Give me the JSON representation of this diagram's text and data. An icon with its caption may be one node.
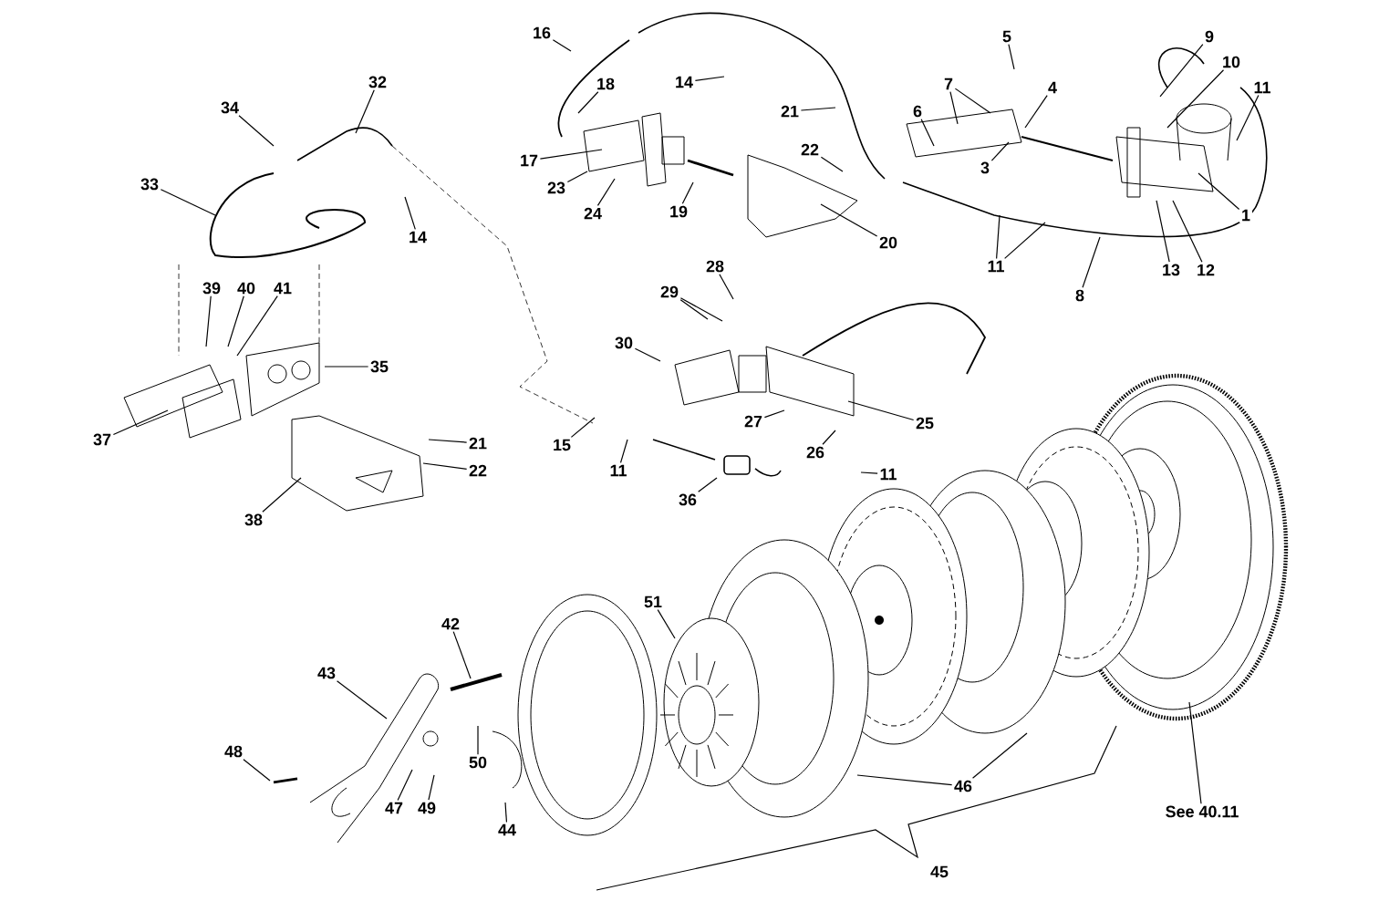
{
  "diagram": {
    "nodes": [
      {
        "text": [
          "16"
        ]
      },
      {
        "text": [
          "5"
        ]
      },
      {
        "text": [
          "9"
        ]
      },
      {
        "text": [
          "10"
        ]
      },
      {
        "text": [
          "32"
        ]
      },
      {
        "text": [
          "14"
        ]
      },
      {
        "text": [
          "18"
        ]
      },
      {
        "text": [
          "7"
        ]
      },
      {
        "text": [
          "4"
        ]
      },
      {
        "text": [
          "11"
        ]
      },
      {
        "text": [
          "34"
        ]
      },
      {
        "text": [
          "6"
        ]
      },
      {
        "text": [
          "21"
        ]
      },
      {
        "text": [
          "22"
        ]
      },
      {
        "text": [
          "17"
        ]
      },
      {
        "text": [
          "3"
        ]
      },
      {
        "text": [
          "33"
        ]
      },
      {
        "text": [
          "23"
        ]
      },
      {
        "text": [
          "24"
        ]
      },
      {
        "text": [
          "19"
        ]
      },
      {
        "text": [
          "1"
        ]
      },
      {
        "text": [
          "14"
        ]
      },
      {
        "text": [
          "20"
        ]
      },
      {
        "text": [
          "11"
        ]
      },
      {
        "text": [
          "28"
        ]
      },
      {
        "text": [
          "13"
        ]
      },
      {
        "text": [
          "12"
        ]
      },
      {
        "text": [
          "39"
        ]
      },
      {
        "text": [
          "40"
        ]
      },
      {
        "text": [
          "41"
        ]
      },
      {
        "text": [
          "29"
        ]
      },
      {
        "text": [
          "8"
        ]
      },
      {
        "text": [
          "30"
        ]
      },
      {
        "text": [
          "35"
        ]
      },
      {
        "text": [
          "25"
        ]
      },
      {
        "text": [
          "27"
        ]
      },
      {
        "text": [
          "37"
        ]
      },
      {
        "text": [
          "21"
        ]
      },
      {
        "text": [
          "15"
        ]
      },
      {
        "text": [
          "26"
        ]
      },
      {
        "text": [
          "22"
        ]
      },
      {
        "text": [
          "11"
        ]
      },
      {
        "text": [
          "11"
        ]
      },
      {
        "text": [
          "36"
        ]
      },
      {
        "text": [
          "38"
        ]
      },
      {
        "text": [
          "51"
        ]
      },
      {
        "text": [
          "42"
        ]
      },
      {
        "text": [
          "43"
        ]
      },
      {
        "text": [
          "48"
        ]
      },
      {
        "text": [
          "50"
        ]
      },
      {
        "text": [
          "46"
        ]
      },
      {
        "text": [
          "47"
        ]
      },
      {
        "text": [
          "49"
        ]
      },
      {
        "text": [
          "See 40.11"
        ]
      },
      {
        "text": [
          "44"
        ]
      }
    ],
    "edges": [
      {
        "from": 0,
        "to": null,
        "arrow": "none"
      },
      {
        "from": 1,
        "to": null,
        "arrow": "none"
      },
      {
        "from": 2,
        "to": null,
        "arrow": "none"
      },
      {
        "from": 3,
        "to": null,
        "arrow": "none"
      },
      {
        "from": 4,
        "to": null,
        "arrow": "none"
      },
      {
        "from": 5,
        "to": null,
        "arrow": "none"
      },
      {
        "from": 6,
        "to": null,
        "arrow": "none"
      },
      {
        "from": 7,
        "to": null,
        "arrow": "none"
      },
      {
        "from": 7,
        "to": null,
        "arrow": "none"
      },
      {
        "from": 8,
        "to": null,
        "arrow": "none"
      },
      {
        "from": 9,
        "to": null,
        "arrow": "none"
      },
      {
        "from": 10,
        "to": null,
        "arrow": "none"
      },
      {
        "from": 11,
        "to": null,
        "arrow": "none"
      },
      {
        "from": 12,
        "to": null,
        "arrow": "none"
      },
      {
        "from": 13,
        "to": null,
        "arrow": "none"
      },
      {
        "from": 14,
        "to": null,
        "arrow": "none"
      },
      {
        "from": 15,
        "to": null,
        "arrow": "none"
      },
      {
        "from": 16,
        "to": null,
        "arrow": "none"
      },
      {
        "from": 17,
        "to": null,
        "arrow": "none"
      },
      {
        "from": 18,
        "to": null,
        "arrow": "none"
      },
      {
        "from": 19,
        "to": null,
        "arrow": "none"
      },
      {
        "from": 20,
        "to": null,
        "arrow": "none"
      },
      {
        "from": 21,
        "to": null,
        "arrow": "none"
      },
      {
        "from": 22,
        "to": null,
        "arrow": "none"
      },
      {
        "from": 23,
        "to": null,
        "arrow": "none"
      },
      {
        "from": 23,
        "to": null,
        "arrow": "none"
      },
      {
        "from": 24,
        "to": null,
        "arrow": "none"
      },
      {
        "from": 25,
        "to": null,
        "arrow": "none"
      },
      {
        "from": 26,
        "to": null,
        "arrow": "none"
      },
      {
        "from": 27,
        "to": null,
        "arrow": "none"
      },
      {
        "from": 28,
        "to": null,
        "arrow": "none"
      },
      {
        "from": 29,
        "to": null,
        "arrow": "none"
      },
      {
        "from": 30,
        "to": null,
        "arrow": "none"
      },
      {
        "from": 30,
        "to": null,
        "arrow": "none"
      },
      {
        "from": 31,
        "to": null,
        "arrow": "none"
      },
      {
        "from": 32,
        "to": null,
        "arrow": "none"
      },
      {
        "from": 33,
        "to": null,
        "arrow": "none"
      },
      {
        "from": 34,
        "to": null,
        "arrow": "none"
      },
      {
        "from": 35,
        "to": null,
        "arrow": "none"
      },
      {
        "from": 36,
        "to": null,
        "arrow": "none"
      },
      {
        "from": 37,
        "to": null,
        "arrow": "none"
      },
      {
        "from": 38,
        "to": null,
        "arrow": "none"
      },
      {
        "from": 39,
        "to": null,
        "arrow": "none"
      },
      {
        "from": 40,
        "to": null,
        "arrow": "none"
      },
      {
        "from": 41,
        "to": null,
        "arrow": "none"
      },
      {
        "from": 42,
        "to": null,
        "arrow": "none"
      },
      {
        "from": 43,
        "to": null,
        "arrow": "none"
      },
      {
        "from": 44,
        "to": null,
        "arrow": "none"
      },
      {
        "from": 45,
        "to": null,
        "arrow": "none"
      },
      {
        "from": 46,
        "to": null,
        "arrow": "none"
      },
      {
        "from": 47,
        "to": null,
        "arrow": "none"
      },
      {
        "from": 48,
        "to": null,
        "arrow": "none"
      },
      {
        "from": 49,
        "to": null,
        "arrow": "none"
      },
      {
        "from": 50,
        "to": null,
        "arrow": "none"
      },
      {
        "from": 50,
        "to": null,
        "arrow": "none"
      },
      {
        "from": 51,
        "to": null,
        "arrow": "none"
      },
      {
        "from": 52,
        "to": null,
        "arrow": "none"
      },
      {
        "from": 53,
        "to": null,
        "arrow": "none"
      },
      {
        "from": 54,
        "to": null,
        "arrow": "none"
      }
    ],
    "labels": [
      "45"
    ]
  }
}
